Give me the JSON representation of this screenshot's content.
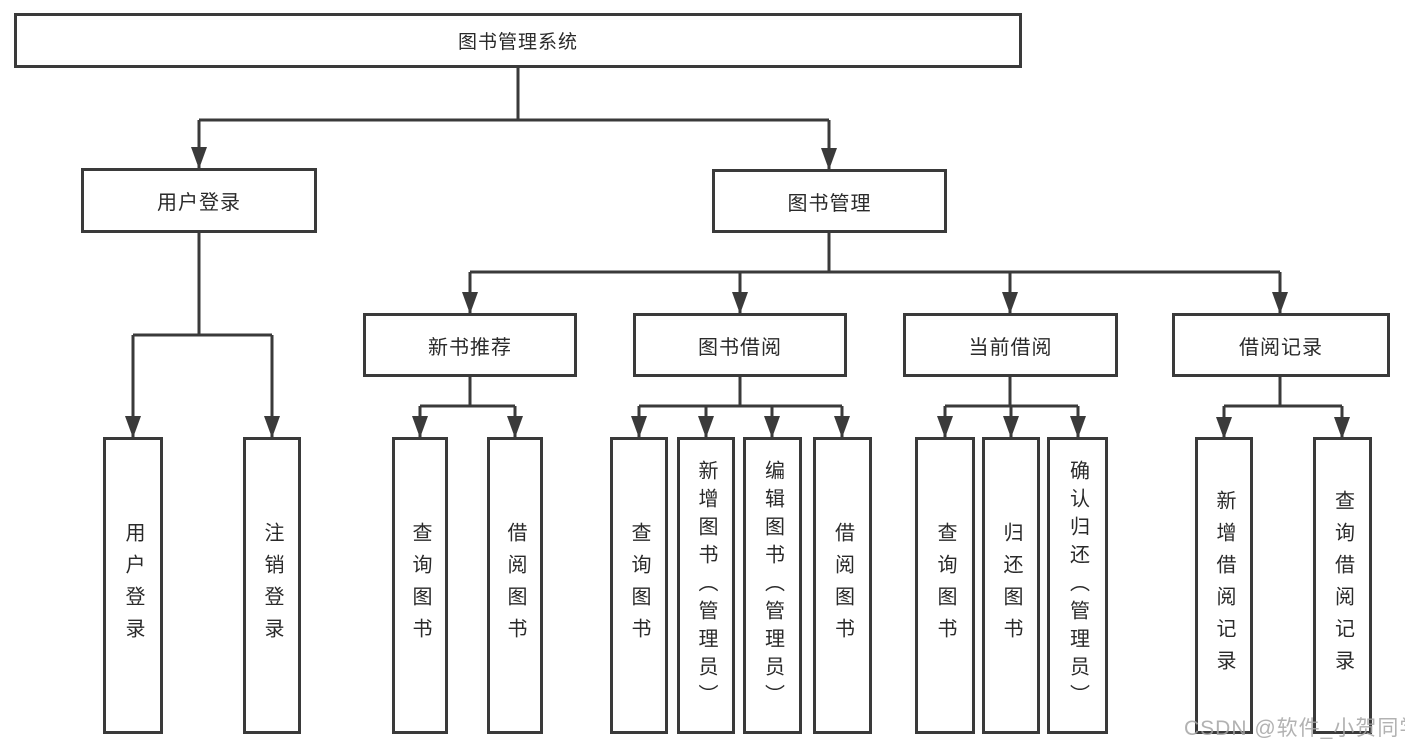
{
  "tree": {
    "root": {
      "label": "图书管理系统"
    },
    "branches": [
      {
        "label": "用户登录",
        "children": [
          {
            "label": "用户登录"
          },
          {
            "label": "注销登录"
          }
        ]
      },
      {
        "label": "图书管理",
        "sections": [
          {
            "label": "新书推荐",
            "children": [
              {
                "label": "查询图书"
              },
              {
                "label": "借阅图书"
              }
            ]
          },
          {
            "label": "图书借阅",
            "children": [
              {
                "label": "查询图书"
              },
              {
                "label": "新增图书（管理员）"
              },
              {
                "label": "编辑图书（管理员）"
              },
              {
                "label": "借阅图书"
              }
            ]
          },
          {
            "label": "当前借阅",
            "children": [
              {
                "label": "查询图书"
              },
              {
                "label": "归还图书"
              },
              {
                "label": "确认归还（管理员）"
              }
            ]
          },
          {
            "label": "借阅记录",
            "children": [
              {
                "label": "新增借阅记录"
              },
              {
                "label": "查询借阅记录"
              }
            ]
          }
        ]
      }
    ]
  },
  "watermark": {
    "text": "CSDN @软件_小贺同学"
  },
  "colors": {
    "line": "#3a3a3a",
    "text": "#2a2a2a",
    "box_fill": "#ffffff",
    "watermark": "#a5a5a5",
    "background": "#ffffff"
  }
}
